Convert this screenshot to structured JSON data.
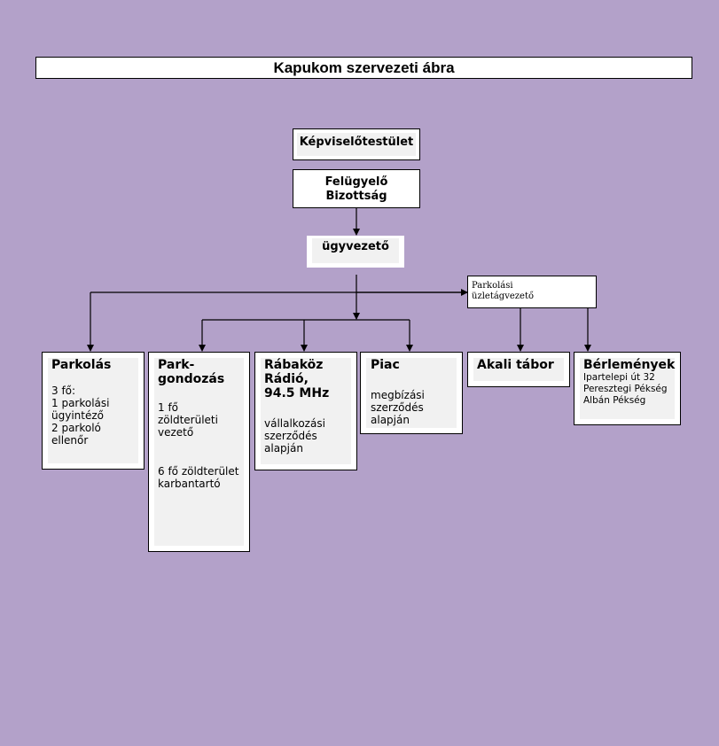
{
  "title": "Kapukom szervezeti ábra",
  "nodes": {
    "kepviselo": "Képviselőtestület",
    "felugyelo": "Felügyelő\nBizottság",
    "ugyvezeto": "ügyvezető",
    "uzletagvezeto": "Parkolási\nüzletágvezető"
  },
  "departments": {
    "parkolas": {
      "title": "Parkolás",
      "text": "3 fő:\n1 parkolási\nügyintéző\n2 parkoló\nellenőr"
    },
    "parkgondozas": {
      "title": "Park-\ngondozás",
      "text": "1 fő\nzöldterületi\nvezető",
      "subtext": "6 fő zöldterület\nkarbantartó"
    },
    "radio": {
      "title": "Rábaköz\nRádió,\n94.5 MHz",
      "text": "vállalkozási\nszerződés\nalapján"
    },
    "piac": {
      "title": "Piac",
      "text": "megbízási\nszerződés\nalapján"
    },
    "akali": {
      "title": "Akali tábor"
    },
    "berlemenyek": {
      "title": "Bérlemények",
      "text": "Ipartelepi út 32\nPeresztegi Pékség\nAlbán Pékség"
    }
  }
}
